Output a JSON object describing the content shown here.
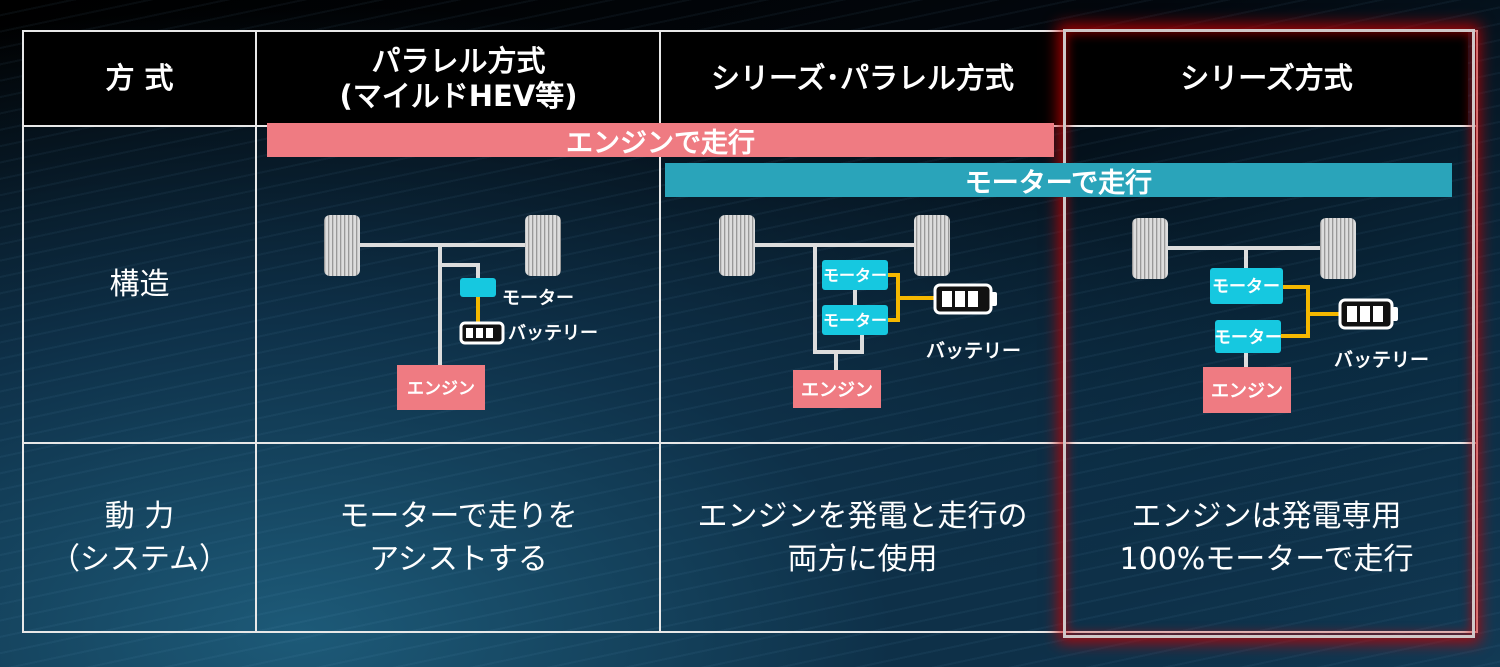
{
  "headers": {
    "method": "方 式",
    "parallel": [
      "パラレル方式",
      "(マイルドHEV等)"
    ],
    "series_parallel": "シリーズ･パラレル方式",
    "series": "シリーズ方式"
  },
  "rows": {
    "structure": "構造",
    "power": [
      "動 力",
      "（システム）"
    ]
  },
  "bars": {
    "engine_drive": "エンジンで走行",
    "motor_drive": "モーターで走行"
  },
  "diagram_labels": {
    "motor": "モーター",
    "battery": "バッテリー",
    "engine": "エンジン"
  },
  "power_cells": {
    "parallel": [
      "モーターで走りを",
      "アシストする"
    ],
    "series_parallel": [
      "エンジンを発電と走行の",
      "両方に使用"
    ],
    "series": [
      "エンジンは発電専用",
      "100%モーターで走行"
    ]
  },
  "colors": {
    "engine": "#ef7b82",
    "motor": "#16c8e0",
    "motor_bar": "#2aa4ba",
    "wire": "#f5b800",
    "highlight": "#cc0000"
  }
}
